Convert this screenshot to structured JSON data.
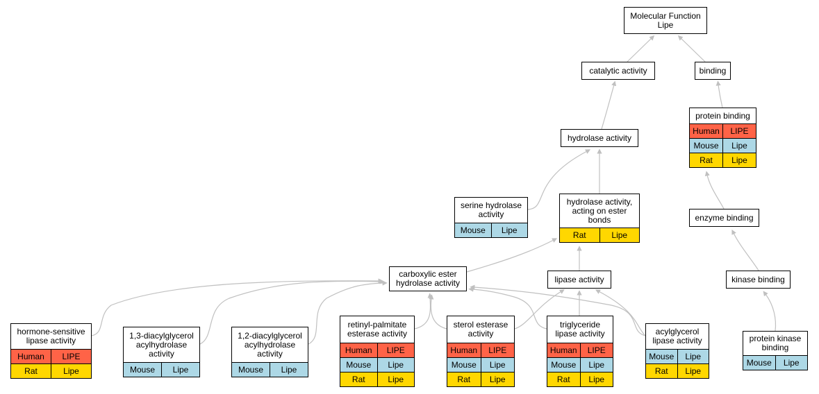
{
  "nodes": [
    {
      "id": "mf",
      "label": "Molecular Function\nLipe",
      "rows": []
    },
    {
      "id": "catalytic",
      "label": "catalytic activity",
      "rows": []
    },
    {
      "id": "binding",
      "label": "binding",
      "rows": []
    },
    {
      "id": "protein_binding",
      "label": "protein binding",
      "rows": [
        {
          "species": "Human",
          "gene": "LIPE",
          "color": "#ff6347"
        },
        {
          "species": "Mouse",
          "gene": "Lipe",
          "color": "#add8e6"
        },
        {
          "species": "Rat",
          "gene": "Lipe",
          "color": "#ffd700"
        }
      ]
    },
    {
      "id": "hydrolase",
      "label": "hydrolase activity",
      "rows": []
    },
    {
      "id": "serine",
      "label": "serine hydrolase\nactivity",
      "rows": [
        {
          "species": "Mouse",
          "gene": "Lipe",
          "color": "#add8e6"
        }
      ]
    },
    {
      "id": "ester",
      "label": "hydrolase activity,\nacting on ester\nbonds",
      "rows": [
        {
          "species": "Rat",
          "gene": "Lipe",
          "color": "#ffd700"
        }
      ]
    },
    {
      "id": "enzyme",
      "label": "enzyme binding",
      "rows": []
    },
    {
      "id": "carboxylic",
      "label": "carboxylic ester\nhydrolase activity",
      "rows": []
    },
    {
      "id": "lipase",
      "label": "lipase activity",
      "rows": []
    },
    {
      "id": "kinase",
      "label": "kinase binding",
      "rows": []
    },
    {
      "id": "hsl",
      "label": "hormone-sensitive\nlipase activity",
      "rows": [
        {
          "species": "Human",
          "gene": "LIPE",
          "color": "#ff6347"
        },
        {
          "species": "Rat",
          "gene": "Lipe",
          "color": "#ffd700"
        }
      ]
    },
    {
      "id": "dag13",
      "label": "1,3-diacylglycerol\nacylhydrolase\nactivity",
      "rows": [
        {
          "species": "Mouse",
          "gene": "Lipe",
          "color": "#add8e6"
        }
      ]
    },
    {
      "id": "dag12",
      "label": "1,2-diacylglycerol\nacylhydrolase\nactivity",
      "rows": [
        {
          "species": "Mouse",
          "gene": "Lipe",
          "color": "#add8e6"
        }
      ]
    },
    {
      "id": "retinyl",
      "label": "retinyl-palmitate\nesterase activity",
      "rows": [
        {
          "species": "Human",
          "gene": "LIPE",
          "color": "#ff6347"
        },
        {
          "species": "Mouse",
          "gene": "Lipe",
          "color": "#add8e6"
        },
        {
          "species": "Rat",
          "gene": "Lipe",
          "color": "#ffd700"
        }
      ]
    },
    {
      "id": "sterol",
      "label": "sterol esterase\nactivity",
      "rows": [
        {
          "species": "Human",
          "gene": "LIPE",
          "color": "#ff6347"
        },
        {
          "species": "Mouse",
          "gene": "Lipe",
          "color": "#add8e6"
        },
        {
          "species": "Rat",
          "gene": "Lipe",
          "color": "#ffd700"
        }
      ]
    },
    {
      "id": "triglyceride",
      "label": "triglyceride\nlipase activity",
      "rows": [
        {
          "species": "Human",
          "gene": "LIPE",
          "color": "#ff6347"
        },
        {
          "species": "Mouse",
          "gene": "Lipe",
          "color": "#add8e6"
        },
        {
          "species": "Rat",
          "gene": "Lipe",
          "color": "#ffd700"
        }
      ]
    },
    {
      "id": "acylglycerol",
      "label": "acylglycerol\nlipase activity",
      "rows": [
        {
          "species": "Mouse",
          "gene": "Lipe",
          "color": "#add8e6"
        },
        {
          "species": "Rat",
          "gene": "Lipe",
          "color": "#ffd700"
        }
      ]
    },
    {
      "id": "pkb",
      "label": "protein kinase\nbinding",
      "rows": [
        {
          "species": "Mouse",
          "gene": "Lipe",
          "color": "#add8e6"
        }
      ]
    }
  ],
  "edges": [
    {
      "from": "catalytic",
      "to": "mf"
    },
    {
      "from": "binding",
      "to": "mf"
    },
    {
      "from": "hydrolase",
      "to": "catalytic"
    },
    {
      "from": "protein_binding",
      "to": "binding"
    },
    {
      "from": "serine",
      "to": "hydrolase"
    },
    {
      "from": "ester",
      "to": "hydrolase"
    },
    {
      "from": "enzyme",
      "to": "protein_binding"
    },
    {
      "from": "carboxylic",
      "to": "ester"
    },
    {
      "from": "lipase",
      "to": "ester"
    },
    {
      "from": "kinase",
      "to": "enzyme"
    },
    {
      "from": "hsl",
      "to": "carboxylic"
    },
    {
      "from": "dag13",
      "to": "carboxylic"
    },
    {
      "from": "dag12",
      "to": "carboxylic"
    },
    {
      "from": "retinyl",
      "to": "carboxylic"
    },
    {
      "from": "sterol",
      "to": "carboxylic"
    },
    {
      "from": "triglyceride",
      "to": "carboxylic"
    },
    {
      "from": "acylglycerol",
      "to": "carboxylic"
    },
    {
      "from": "sterol",
      "to": "lipase"
    },
    {
      "from": "triglyceride",
      "to": "lipase"
    },
    {
      "from": "acylglycerol",
      "to": "lipase"
    },
    {
      "from": "pkb",
      "to": "kinase"
    }
  ],
  "edge_color": "#c0c0c0"
}
